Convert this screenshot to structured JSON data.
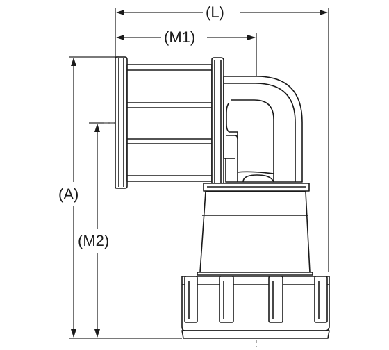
{
  "dimensions": {
    "L": "(L)",
    "M1": "(M1)",
    "A": "(A)",
    "M2": "(M2)"
  },
  "colors": {
    "line": "#1a1a1a",
    "dim_line": "#2a2a2a",
    "centerline": "#555555",
    "background": "#ffffff"
  }
}
